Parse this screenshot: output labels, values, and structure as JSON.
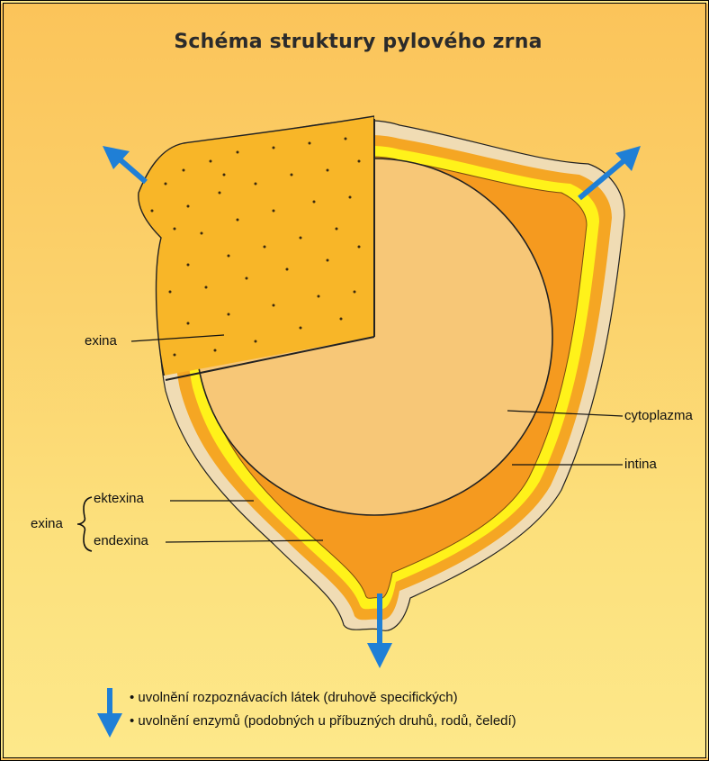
{
  "title": "Schéma struktury pylového zrna",
  "labels": {
    "exina_top": "exina",
    "cytoplazma": "cytoplazma",
    "intina": "intina",
    "exina_group": "exina",
    "ektexina": "ektexina",
    "endexina": "endexina"
  },
  "legend": {
    "item1": "• uvolnění rozpoznávacích látek (druhově specifických)",
    "item2": "• uvolnění enzymů (podobných u příbuzných druhů, rodů, čeledí)"
  },
  "colors": {
    "arrow": "#1f7fd6",
    "cytoplasm": "#f7c777",
    "intina": "#f59a1f",
    "endexina": "#fff21a",
    "ektexina": "#f5a623",
    "outer_wall": "#f0dcb4",
    "exina_block": "#f8b628"
  }
}
